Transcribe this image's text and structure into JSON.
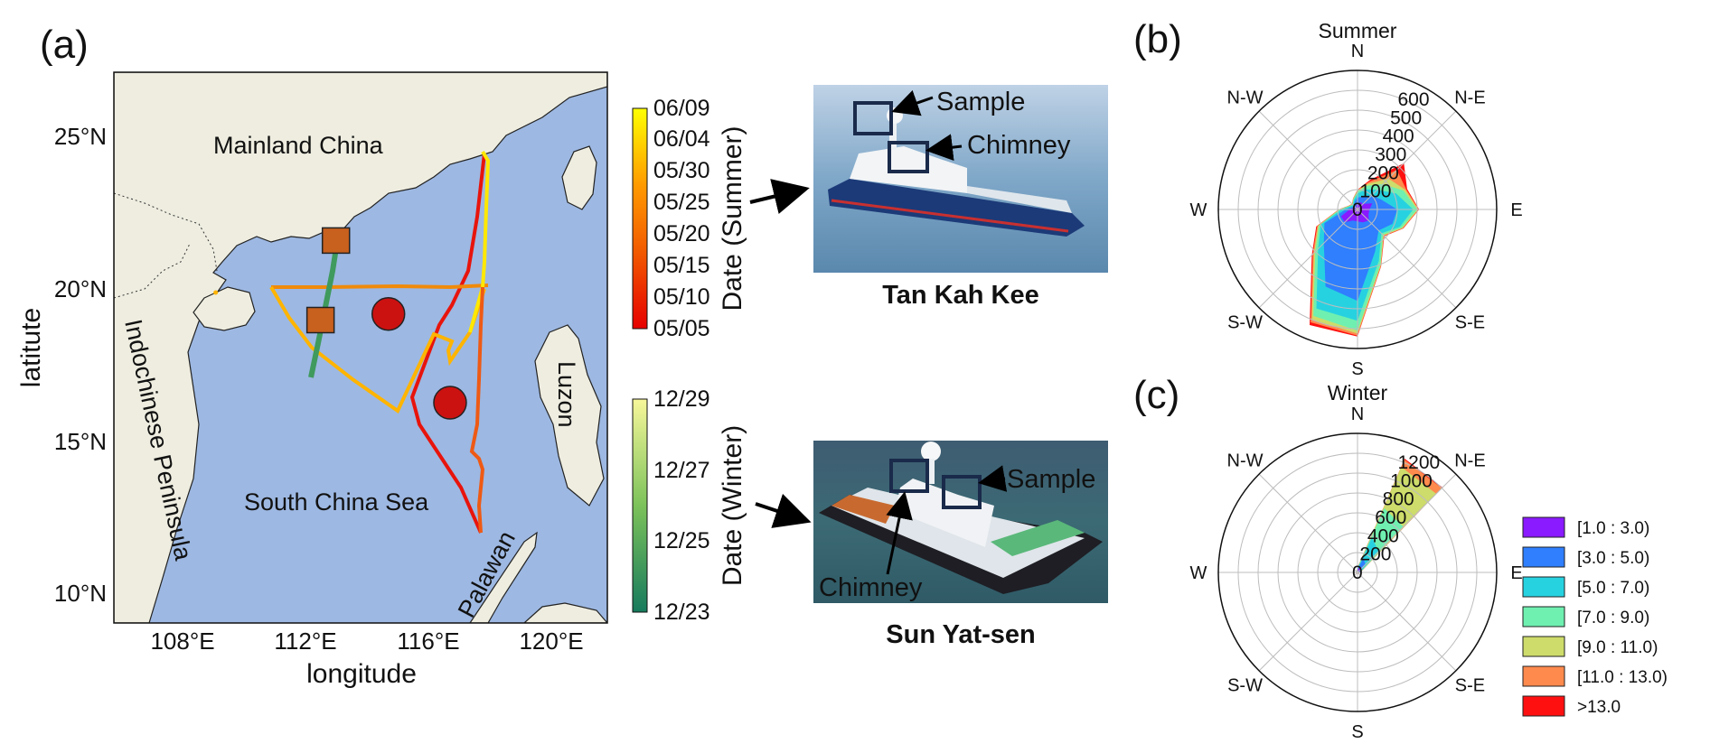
{
  "panel_labels": {
    "a": "(a)",
    "b": "(b)",
    "c": "(c)"
  },
  "colors": {
    "land": "#eeede0",
    "sea": "#9db8e2",
    "winter_track": "#3f9a5e",
    "station_square": "#c8601e",
    "station_circle": "#cc1111"
  },
  "map": {
    "xlabel": "longitude",
    "ylabel": "latitute",
    "x_ticks": [
      "108°E",
      "112°E",
      "116°E",
      "120°E"
    ],
    "y_ticks": [
      "10°N",
      "15°N",
      "20°N",
      "25°N"
    ],
    "places": {
      "mainland": "Mainland China",
      "scs": "South China Sea",
      "indochina": "Indochinese Peninsula",
      "luzon": "Luzon",
      "palawan": "Palawan"
    }
  },
  "colorbars": {
    "summer": {
      "title": "Date (Summer)",
      "ticks": [
        "05/05",
        "05/10",
        "05/15",
        "05/20",
        "05/25",
        "05/30",
        "06/04",
        "06/09"
      ]
    },
    "winter": {
      "title": "Date (Winter)",
      "ticks": [
        "12/23",
        "12/25",
        "12/27",
        "12/29"
      ]
    }
  },
  "ships": {
    "summer": {
      "name": "Tan Kah Kee",
      "sample": "Sample",
      "chimney": "Chimney"
    },
    "winter": {
      "name": "Sun Yat-sen",
      "sample": "Sample",
      "chimney": "Chimney"
    }
  },
  "chart_data": [
    {
      "type": "line",
      "id": "ship-tracks-map",
      "xlabel": "longitude",
      "ylabel": "latitute",
      "xlim": [
        106,
        122
      ],
      "ylim": [
        9,
        27
      ],
      "series": [
        {
          "points": [
            [
              118.0,
              24.5
            ],
            [
              118.1,
              22.0
            ],
            [
              118.0,
              20.0
            ],
            [
              117.8,
              19.0
            ],
            [
              116.6,
              19.5
            ],
            [
              117.4,
              18.4
            ],
            [
              117.0,
              17.8
            ],
            [
              116.2,
              16.8
            ],
            [
              115.6,
              16.0
            ],
            [
              113.6,
              17.8
            ],
            [
              111.5,
              20.0
            ],
            [
              118.0,
              20.1
            ],
            [
              118.1,
              18.0
            ],
            [
              117.8,
              16.0
            ],
            [
              117.6,
              15.2
            ],
            [
              118.1,
              14.8
            ],
            [
              118.0,
              12.0
            ],
            [
              116.4,
              13.8
            ],
            [
              115.2,
              16.0
            ],
            [
              117.0,
              20.0
            ],
            [
              118.0,
              24.5
            ]
          ]
        },
        {
          "points": [
            [
              113.2,
              21.6
            ],
            [
              113.0,
              20.5
            ],
            [
              112.8,
              19.0
            ],
            [
              112.6,
              17.8
            ],
            [
              112.4,
              16.9
            ]
          ]
        }
      ],
      "stations_square": [
        [
          113.2,
          21.5
        ],
        [
          112.7,
          18.9
        ]
      ],
      "stations_circle": [
        [
          114.9,
          19.1
        ],
        [
          116.9,
          16.2
        ]
      ],
      "cities": [
        [
          109.3,
          19.8
        ]
      ]
    },
    {
      "type": "area",
      "id": "wind-rose-summer",
      "title": "Summer",
      "directions": [
        "N",
        "N-E",
        "E",
        "S-E",
        "S",
        "S-W",
        "W",
        "N-W"
      ],
      "radial_ticks": [
        0,
        100,
        200,
        300,
        400,
        500,
        600
      ],
      "rmax": 700,
      "angles_deg": [
        0,
        22.5,
        45,
        67.5,
        90,
        112.5,
        135,
        157.5,
        180,
        202.5,
        225,
        247.5,
        270,
        292.5,
        315,
        337.5
      ],
      "series": [
        {
          "name": "[1.0 : 3.0)",
          "color": "#8a1aff",
          "values": [
            30,
            40,
            40,
            80,
            60,
            60,
            80,
            70,
            60,
            60,
            90,
            90,
            40,
            20,
            10,
            20
          ]
        },
        {
          "name": "[3.0 : 5.0)",
          "color": "#2f7fff",
          "values": [
            60,
            70,
            100,
            130,
            200,
            190,
            150,
            230,
            460,
            420,
            240,
            180,
            60,
            30,
            20,
            40
          ]
        },
        {
          "name": "[5.0 : 7.0)",
          "color": "#27d2e0",
          "values": [
            80,
            110,
            140,
            210,
            280,
            230,
            170,
            280,
            560,
            540,
            280,
            200,
            80,
            40,
            30,
            50
          ]
        },
        {
          "name": "[7.0 : 9.0)",
          "color": "#6ff0b0",
          "values": [
            90,
            130,
            180,
            250,
            300,
            240,
            180,
            300,
            610,
            580,
            300,
            210,
            90,
            45,
            35,
            55
          ]
        },
        {
          "name": "[9.0 : 11.0)",
          "color": "#cddc6a",
          "values": [
            95,
            140,
            220,
            260,
            305,
            245,
            185,
            305,
            625,
            600,
            310,
            215,
            92,
            47,
            37,
            57
          ]
        },
        {
          "name": "[11.0 : 13.0)",
          "color": "#ff8a4d",
          "values": [
            98,
            150,
            280,
            265,
            308,
            248,
            188,
            308,
            635,
            615,
            318,
            220,
            94,
            48,
            38,
            58
          ]
        },
        {
          "name": ">13.0",
          "color": "#ff1010",
          "values": [
            100,
            160,
            330,
            270,
            310,
            250,
            190,
            310,
            640,
            630,
            325,
            225,
            95,
            49,
            39,
            59
          ]
        }
      ]
    },
    {
      "type": "area",
      "id": "wind-rose-winter",
      "title": "Winter",
      "directions": [
        "N",
        "N-E",
        "E",
        "S-E",
        "S",
        "S-W",
        "W",
        "N-W"
      ],
      "radial_ticks": [
        0,
        200,
        400,
        600,
        800,
        1000,
        1200
      ],
      "rmax": 1400,
      "angles_deg": [
        0,
        22.5,
        45,
        67.5,
        90,
        112.5,
        135,
        157.5,
        180,
        202.5,
        225,
        247.5,
        270,
        292.5,
        315,
        337.5
      ],
      "series": [
        {
          "name": "[1.0 : 3.0)",
          "color": "#8a1aff",
          "values": [
            20,
            60,
            50,
            20,
            10,
            10,
            10,
            10,
            10,
            10,
            10,
            10,
            10,
            10,
            10,
            10
          ]
        },
        {
          "name": "[3.0 : 5.0)",
          "color": "#2f7fff",
          "values": [
            30,
            160,
            110,
            30,
            15,
            12,
            12,
            12,
            12,
            12,
            12,
            12,
            12,
            12,
            12,
            15
          ]
        },
        {
          "name": "[5.0 : 7.0)",
          "color": "#27d2e0",
          "values": [
            40,
            380,
            300,
            40,
            18,
            14,
            14,
            14,
            14,
            14,
            14,
            14,
            14,
            14,
            14,
            18
          ]
        },
        {
          "name": "[7.0 : 9.0)",
          "color": "#6ff0b0",
          "values": [
            45,
            700,
            650,
            45,
            20,
            15,
            15,
            15,
            15,
            15,
            15,
            15,
            15,
            15,
            15,
            20
          ]
        },
        {
          "name": "[9.0 : 11.0)",
          "color": "#cddc6a",
          "values": [
            48,
            1150,
            1120,
            48,
            21,
            16,
            16,
            16,
            16,
            16,
            16,
            16,
            16,
            16,
            16,
            21
          ]
        },
        {
          "name": "[11.0 : 13.0)",
          "color": "#ff8a4d",
          "values": [
            50,
            1230,
            1200,
            50,
            22,
            17,
            17,
            17,
            17,
            17,
            17,
            17,
            17,
            17,
            17,
            22
          ]
        },
        {
          "name": ">13.0",
          "color": "#ff1010",
          "values": [
            50,
            1240,
            1210,
            50,
            22,
            17,
            17,
            17,
            17,
            17,
            17,
            17,
            17,
            17,
            17,
            22
          ]
        }
      ]
    }
  ]
}
